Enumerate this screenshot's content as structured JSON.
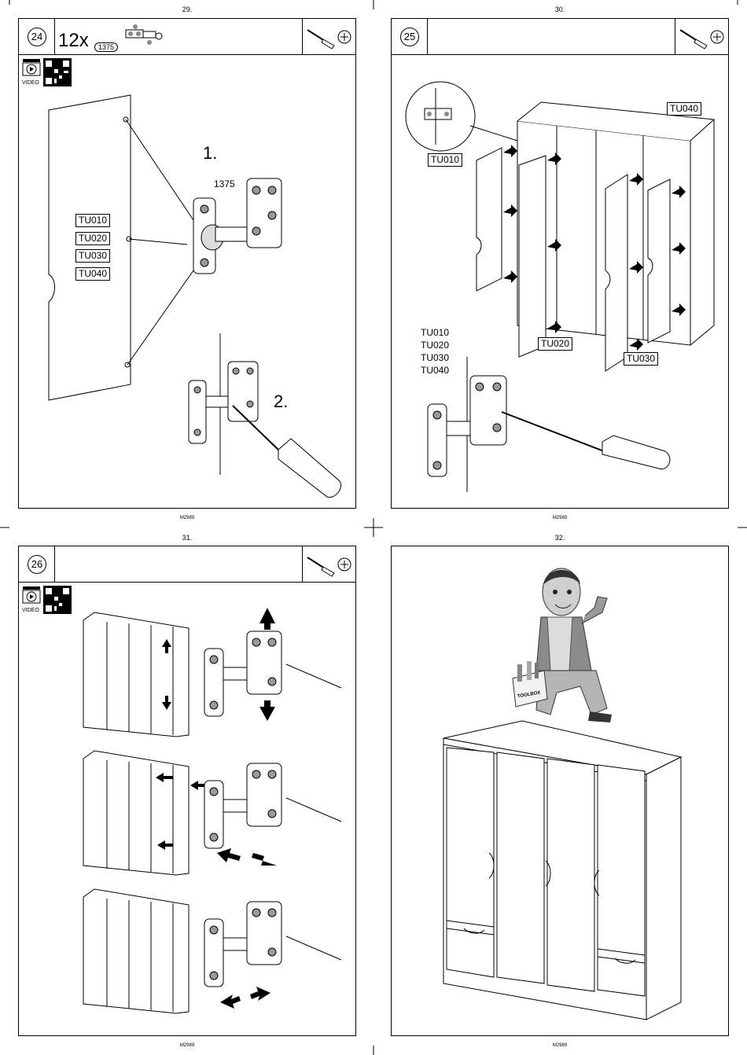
{
  "pages": [
    {
      "number": "29.",
      "footer": "M2989",
      "step": "24",
      "quantity": "12x",
      "part_code": "1375",
      "video_label": "VIDEO",
      "labels": [
        "TU010",
        "TU020",
        "TU030",
        "TU040"
      ],
      "callout_1": "1.",
      "callout_1_part": "1375",
      "callout_2": "2."
    },
    {
      "number": "30.",
      "footer": "M2989",
      "step": "25",
      "labels": {
        "top_right": "TU040",
        "left": "TU010",
        "center": "TU020",
        "right": "TU030"
      },
      "hinge_list": [
        "TU010",
        "TU020",
        "TU030",
        "TU040"
      ]
    },
    {
      "number": "31.",
      "footer": "M2989",
      "step": "26",
      "video_label": "VIDEO"
    },
    {
      "number": "32.",
      "footer": "M2989",
      "toolbox_text": "TOOLBOX"
    }
  ],
  "icons": [
    "screwdriver-icon",
    "phillips-screw-icon",
    "qr-code-icon",
    "video-play-icon",
    "hinge-icon"
  ]
}
